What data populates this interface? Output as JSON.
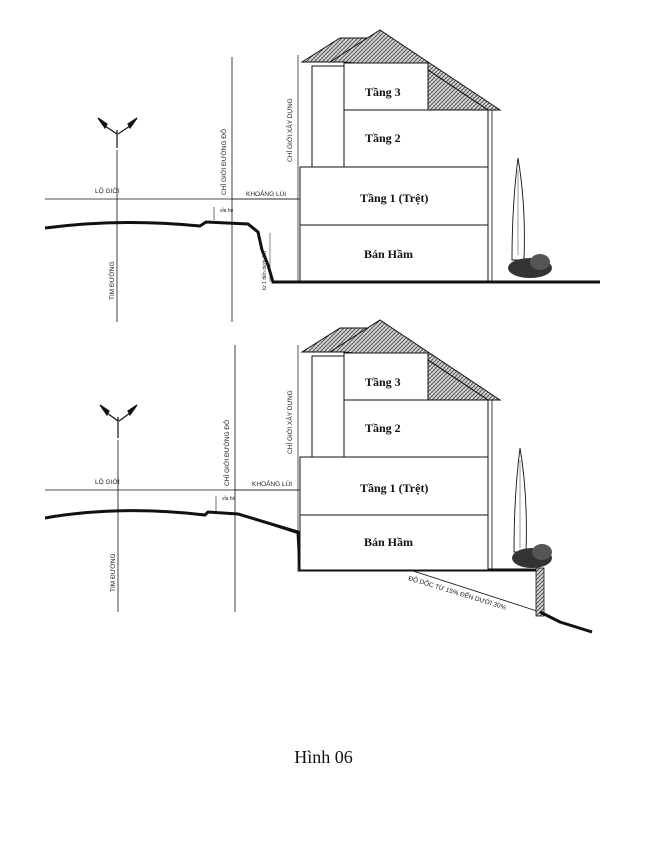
{
  "diagrams": [
    {
      "floors": {
        "tang3": "Tầng 3",
        "tang2": "Tầng 2",
        "tang1": "Tầng 1 (Trệt)",
        "ham": "Bán Hầm"
      },
      "labels": {
        "lo_gioi": "LỘ GIỚI",
        "tim_duong": "TIM ĐƯỜNG",
        "chi_gioi_duong_do": "CHỈ GIỚI ĐƯỜNG ĐỎ",
        "chi_gioi_xay_dung": "CHỈ GIỚI XÂY DỰNG",
        "khoang_lui": "KHOẢNG LÙI",
        "via_he": "vỉa hè",
        "depth_note": "từ 1 đến dưới 3m"
      }
    },
    {
      "floors": {
        "tang3": "Tầng 3",
        "tang2": "Tầng 2",
        "tang1": "Tầng 1 (Trệt)",
        "ham": "Bán Hầm"
      },
      "labels": {
        "lo_gioi": "LỘ GIỚI",
        "tim_duong": "TIM ĐƯỜNG",
        "chi_gioi_duong_do": "CHỈ GIỚI ĐƯỜNG ĐỎ",
        "chi_gioi_xay_dung": "CHỈ GIỚI XÂY DỰNG",
        "khoang_lui": "KHOẢNG LÙI",
        "via_he": "vỉa hè",
        "slope_note": "ĐỘ DỐC TỪ 15% ĐẾN DƯỚI 30%"
      }
    }
  ],
  "caption": "Hình 06"
}
